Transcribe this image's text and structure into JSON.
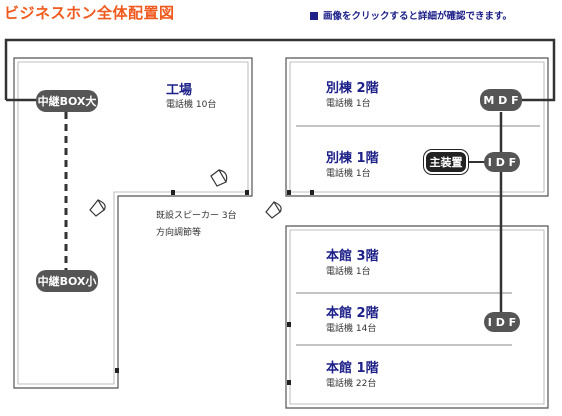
{
  "header": {
    "title": "ビジネスホン全体配置図",
    "note": "画像をクリックすると詳細が確認できます。"
  },
  "rooms": {
    "factory": {
      "name": "工場",
      "phones": "電話機 10台"
    },
    "annex_2f": {
      "name": "別棟 2階",
      "phones": "電話機 1台"
    },
    "annex_1f": {
      "name": "別棟 1階",
      "phones": "電話機 1台"
    },
    "main_3f": {
      "name": "本館 3階",
      "phones": "電話機 1台"
    },
    "main_2f": {
      "name": "本館 2階",
      "phones": "電話機 14台"
    },
    "main_1f": {
      "name": "本館 1階",
      "phones": "電話機 22台"
    }
  },
  "equipment": {
    "relay_large": "中継BOX大",
    "relay_small": "中継BOX小",
    "mdf": "M D F",
    "idf_annex": "I D F",
    "idf_main": "I D F",
    "main_unit": "主装置"
  },
  "speakers": {
    "line1": "既設スピーカー 3台",
    "line2": "方向調節等"
  },
  "colors": {
    "title": "#f05a1e",
    "text_blue": "#1d2088",
    "pill": "#555555",
    "main_unit": "#222222",
    "wire": "#444444"
  }
}
